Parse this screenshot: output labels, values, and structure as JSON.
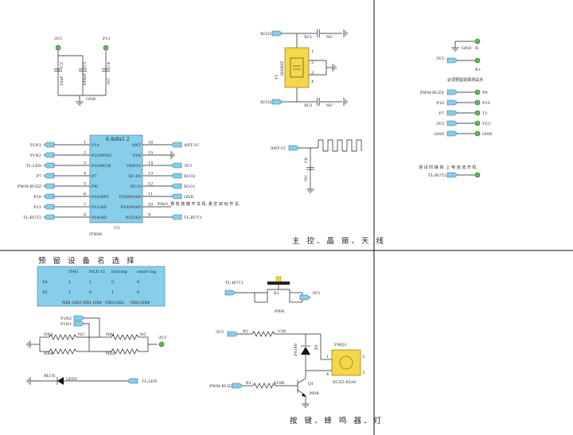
{
  "sections": {
    "top_left_title": "主 控、晶 振、天 线",
    "bottom_left_title": "按 键、蜂 鸣 器、灯"
  },
  "caps_block": {
    "net_3v3": "3V3",
    "net_p11": "P11",
    "c1": {
      "ref": "C5",
      "value": "10uF"
    },
    "c2": {
      "ref": "C3",
      "value": "100nF"
    },
    "c3": {
      "ref": "C4",
      "value": "NC"
    },
    "gnd": "GND"
  },
  "crystal": {
    "xco1": "XCO1",
    "xco2": "XCO2",
    "xc1": "XC1",
    "xc2": "XC2",
    "nc1": "NC",
    "nc2": "NC",
    "ref": "Y1",
    "freq": "26MHZ",
    "pins": [
      "1",
      "2",
      "3",
      "4"
    ]
  },
  "antenna": {
    "net": "ANT-1C",
    "cap_ref": "C6",
    "cap_value": "NC"
  },
  "mcu": {
    "title": "6.4x8x1.2",
    "ref": "U2",
    "part": "ITH06",
    "left_pins": [
      {
        "num": "1",
        "name": "P14",
        "net": "P1N1"
      },
      {
        "num": "2",
        "name": "P2/SWDO",
        "net": "P1N2"
      },
      {
        "num": "3",
        "name": "P3/SWCK",
        "net": "TL-LED"
      },
      {
        "num": "4",
        "name": "P7",
        "net": "P7"
      },
      {
        "num": "5",
        "name": "P9/",
        "net": "PWM-BUZZ"
      },
      {
        "num": "6",
        "name": "P10/SPS",
        "net": "P10"
      },
      {
        "num": "7",
        "name": "P11/AD",
        "net": "P11"
      },
      {
        "num": "8",
        "name": "P14/AD",
        "net": "TL-BUT2"
      }
    ],
    "right_pins": [
      {
        "num": "16",
        "name": "ANT",
        "net": "ANT-1C"
      },
      {
        "num": "15",
        "name": "VSS",
        "net": ""
      },
      {
        "num": "14",
        "name": "VDD33",
        "net": "3V3"
      },
      {
        "num": "13",
        "name": "XC-IN",
        "net": "XCO2"
      },
      {
        "num": "12",
        "name": "XC-O",
        "net": "XCO1"
      },
      {
        "num": "11",
        "name": "P20/P0/AD",
        "net": "GND"
      },
      {
        "num": "10",
        "name": "P18/P0AD",
        "net": ""
      },
      {
        "num": "9",
        "name": "P15/AD",
        "net": "TL-BUT1"
      }
    ],
    "note": "P0n5, 按 抢 按 键 开 关 机, 悬 空 启 动 开 关,"
  },
  "power_test": {
    "gnd_label": "GND",
    "b_minus": "B-",
    "net_3v3": "3V3",
    "b_plus": "B+",
    "title": "必须预留烧录测试点",
    "points": [
      {
        "net": "PWM-BUZZ",
        "pad": "P9"
      },
      {
        "net": "P10",
        "pad": "P10"
      },
      {
        "net": "P7",
        "pad": "T1"
      },
      {
        "net": "3V3",
        "pad": "VCC"
      },
      {
        "net": "GND",
        "pad": "GND"
      }
    ],
    "boot_title": "测 试 时 接 高, 上 电 自 动 开 机",
    "boot_net": "TL-BUT2"
  },
  "name_select": {
    "title": "预 留 设 备 名 选 择",
    "headers": [
      "",
      "iTAG",
      "MLE-15",
      "itracing",
      "smart tag"
    ],
    "rows": [
      [
        "S4",
        "1",
        "1",
        "0",
        "0"
      ],
      [
        "S5",
        "1",
        "0",
        "1",
        "0"
      ],
      [
        "",
        "NR1,NR2",
        "NR1,NR4",
        "NR3,NR2",
        "NR3,NR4"
      ]
    ]
  },
  "resistor_net": {
    "p1n2": "P1N2",
    "p1n1": "P1N1",
    "nr3": "NR3",
    "nr4": "NR4",
    "nr1": "NR1",
    "nr2": "NR2",
    "nc": "NC",
    "net_3v3": "3V3"
  },
  "led": {
    "color": "BLUE",
    "ref": "LED1",
    "net": "TL-LED"
  },
  "button": {
    "net": "TL-BUT1",
    "ref": "K1",
    "label": "PWR",
    "net_3v3": "3V3"
  },
  "buzzer": {
    "net_3v3": "3V3",
    "r2_ref": "R2",
    "r2_val": "15R",
    "diode_ref": "D1",
    "diode_val": "S4148",
    "buzzer_ref": "FMQ1",
    "buzzer_part": "BUZZ-8530",
    "pwm_net": "PWM-BUZZ",
    "r1_ref": "R1",
    "r1_val": "510R",
    "q_ref": "Q1",
    "q_part": "3904",
    "pins": [
      "1",
      "2",
      "3",
      "4"
    ]
  },
  "colors": {
    "chip": "#87ceeb",
    "port": "#87ceeb",
    "test_dot": "#5cb85c",
    "crystal_body": "#f2d84a"
  }
}
